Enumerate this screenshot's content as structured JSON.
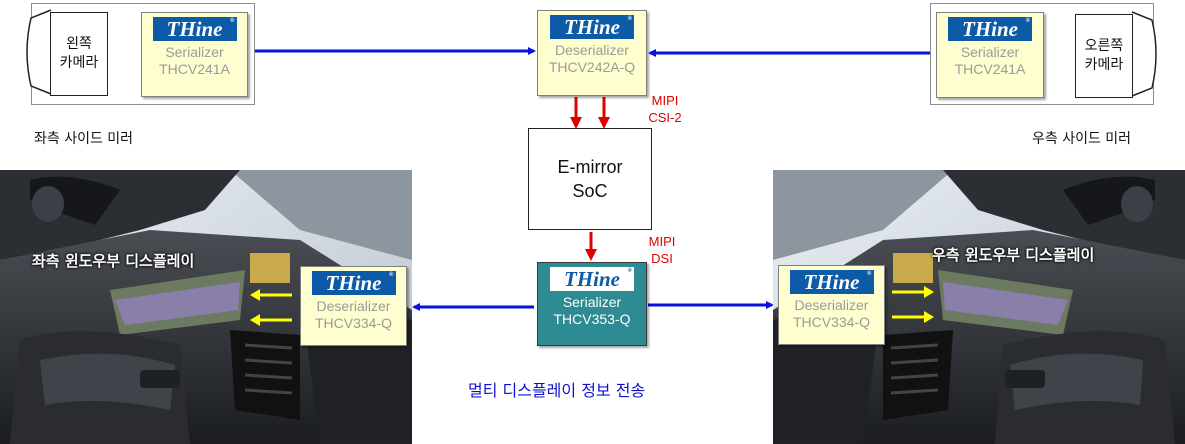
{
  "left_mirror": {
    "camera_lines": [
      "왼쪽",
      "카메라"
    ],
    "chip": {
      "brand": "THine",
      "role": "Serializer",
      "part": "THCV241A"
    },
    "caption": "좌측 사이드 미러"
  },
  "right_mirror": {
    "camera_lines": [
      "오른쪽",
      "카메라"
    ],
    "chip": {
      "brand": "THine",
      "role": "Serializer",
      "part": "THCV241A"
    },
    "caption": "우측 사이드 미러"
  },
  "center_deserializer": {
    "brand": "THine",
    "role": "Deserializer",
    "part": "THCV242A-Q"
  },
  "mipi_csi_label": [
    "MIPI",
    "CSI-2"
  ],
  "soc": {
    "lines": [
      "E-mirror",
      "SoC"
    ]
  },
  "mipi_dsi_label": [
    "MIPI",
    "DSI"
  ],
  "center_serializer": {
    "brand": "THine",
    "role": "Serializer",
    "part": "THCV353-Q"
  },
  "left_display": {
    "title": "좌측 윈도우부 디스플레이",
    "chip": {
      "brand": "THine",
      "role": "Deserializer",
      "part": "THCV334-Q"
    }
  },
  "right_display": {
    "title": "우측 윈도우부 디스플레이",
    "chip": {
      "brand": "THine",
      "role": "Deserializer",
      "part": "THCV334-Q"
    }
  },
  "bottom_caption": "멀티 디스플레이 정보 전송",
  "colors": {
    "link_blue": "#0a10e0",
    "arrow_red": "#e00000",
    "arrow_yellow": "#ffff00",
    "chip_fill": "#fefecf",
    "serializer_fill": "#2e8b93",
    "logo_blue": "#0d5aa7"
  }
}
